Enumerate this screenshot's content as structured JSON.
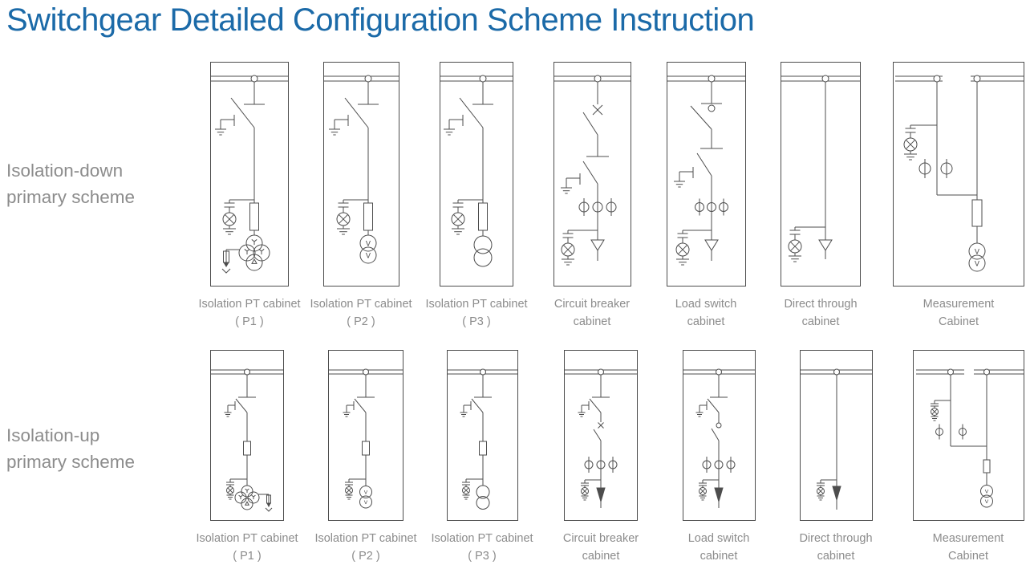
{
  "title": "Switchgear Detailed Configuration Scheme Instruction",
  "colors": {
    "title": "#1b6aa8",
    "label": "#8c8c8c",
    "line": "#4d4d4d"
  },
  "rows": [
    {
      "scheme_label": {
        "line1": "Isolation-down",
        "line2": "primary scheme"
      },
      "cabinets": [
        {
          "diagram": "pt-p1-down",
          "label1": "Isolation PT cabinet",
          "label2": "( P1 )"
        },
        {
          "diagram": "pt-p2-down",
          "label1": "Isolation PT cabinet",
          "label2": "( P2 )"
        },
        {
          "diagram": "pt-p3-down",
          "label1": "Isolation PT cabinet",
          "label2": "( P3 )"
        },
        {
          "diagram": "circuit-breaker-down",
          "label1": "Circuit breaker",
          "label2": "cabinet"
        },
        {
          "diagram": "load-switch-down",
          "label1": "Load switch",
          "label2": "cabinet"
        },
        {
          "diagram": "direct-through-down",
          "label1": "Direct through",
          "label2": "cabinet"
        },
        {
          "diagram": "measurement-down",
          "label1": "Measurement",
          "label2": "Cabinet"
        }
      ]
    },
    {
      "scheme_label": {
        "line1": "Isolation-up",
        "line2": "primary scheme"
      },
      "cabinets": [
        {
          "diagram": "pt-p1-up",
          "label1": "Isolation PT cabinet",
          "label2": "( P1 )"
        },
        {
          "diagram": "pt-p2-up",
          "label1": "Isolation PT cabinet",
          "label2": "( P2 )"
        },
        {
          "diagram": "pt-p3-up",
          "label1": "Isolation PT cabinet",
          "label2": "( P3 )"
        },
        {
          "diagram": "circuit-breaker-up",
          "label1": "Circuit breaker",
          "label2": "cabinet"
        },
        {
          "diagram": "load-switch-up",
          "label1": "Load switch",
          "label2": "cabinet"
        },
        {
          "diagram": "direct-through-up",
          "label1": "Direct through",
          "label2": "cabinet"
        },
        {
          "diagram": "measurement-up",
          "label1": "Measurement",
          "label2": "Cabinet"
        }
      ]
    }
  ]
}
